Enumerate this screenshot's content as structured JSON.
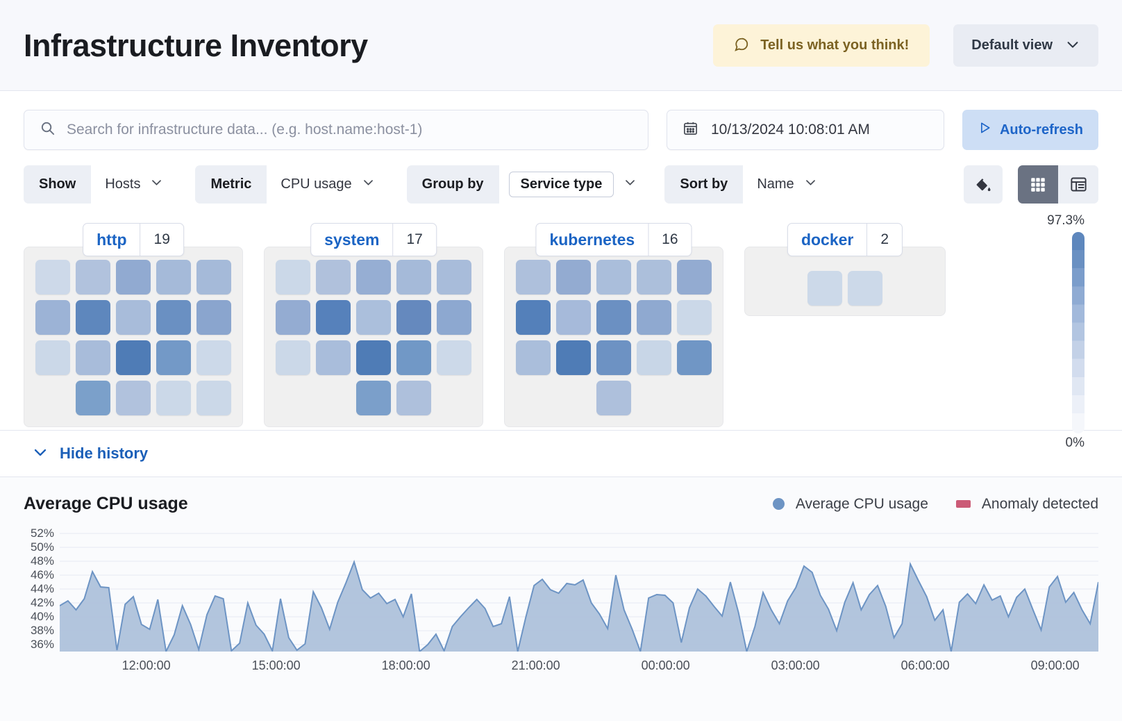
{
  "header": {
    "title": "Infrastructure Inventory",
    "feedback_label": "Tell us what you think!",
    "feedback_icon": "comment-icon",
    "view_label": "Default view",
    "view_chevron": "chevron-down-icon"
  },
  "search": {
    "placeholder": "Search for infrastructure data... (e.g. host.name:host-1)",
    "value": "",
    "icon": "search-icon"
  },
  "date": {
    "value": "10/13/2024 10:08:01 AM",
    "icon": "calendar-icon"
  },
  "refresh": {
    "label": "Auto-refresh",
    "icon": "play-icon"
  },
  "filters": [
    {
      "key": "Show",
      "value": "Hosts",
      "boxed": false,
      "chevron": "chevron-down-icon"
    },
    {
      "key": "Metric",
      "value": "CPU usage",
      "boxed": false,
      "chevron": "chevron-down-icon"
    },
    {
      "key": "Group by",
      "value": "Service type",
      "boxed": true,
      "chevron": "chevron-down-icon"
    },
    {
      "key": "Sort by",
      "value": "Name",
      "boxed": false,
      "chevron": "chevron-down-icon"
    }
  ],
  "actions": {
    "fill_icon": "paint-bucket-icon",
    "grid_view_icon": "grid-view-icon",
    "table_view_icon": "table-view-icon",
    "active_view": "grid"
  },
  "legend_scale": {
    "max_label": "97.3%",
    "min_label": "0%",
    "color_high": "#5e87bd",
    "color_low": "#f5f7fb"
  },
  "waffle_groups": [
    {
      "name": "http",
      "count": "19",
      "cells": [
        "#cdd9e9",
        "#b1c2dd",
        "#91aad1",
        "#a5bad9",
        "#a5bad9",
        "#9cb3d6",
        "#5e87bd",
        "#a8bcda",
        "#6a90c2",
        "#8aa5ce",
        "#cbd8e8",
        "#a8bcda",
        "#4f7cb6",
        "#7399c7",
        "#ccd9e9",
        "",
        "7ba0ca",
        "#b1c2dd",
        "#cbd8e8",
        "#cbd8e8"
      ],
      "cell_colors": [
        "#cdd9e9",
        "#b1c2dd",
        "#91aad1",
        "#a5bad9",
        "#a5bad9",
        "#9cb3d6",
        "#5e87bd",
        "#a8bcda",
        "#6a90c2",
        "#8aa5ce",
        "#cbd8e8",
        "#a8bcda",
        "#4f7cb6",
        "#7399c7",
        "#ccd9e9",
        "blank",
        "#7ba0ca",
        "#b1c2dd",
        "#cbd8e8",
        "#cbd8e8"
      ]
    },
    {
      "name": "system",
      "count": "17",
      "cell_colors": [
        "#cbd8e8",
        "#b0c1dc",
        "#96aed3",
        "#a5bad9",
        "#a8bcda",
        "#94acd2",
        "#5681bb",
        "#abbfdc",
        "#6589be",
        "#8da8d0",
        "#cbd8e8",
        "#a9bddb",
        "#4f7cb6",
        "#7198c6",
        "#ccd9e9",
        "blank",
        "blank",
        "#7b9fca",
        "#aec0dc",
        "blank"
      ]
    },
    {
      "name": "kubernetes",
      "count": "16",
      "cell_colors": [
        "#aec0dc",
        "#93abd1",
        "#aabedb",
        "#acbfdb",
        "#93abd1",
        "#5480ba",
        "#a6bada",
        "#6b90c2",
        "#8fa9d0",
        "#cbd8e8",
        "#aabedb",
        "#4f7cb6",
        "#6d92c3",
        "#c8d6e7",
        "#7096c5",
        "blank",
        "blank",
        "#aec0dc",
        "blank",
        "blank"
      ]
    },
    {
      "name": "docker",
      "count": "2",
      "cell_colors": [
        "#ccd9e9",
        "#ccd9e9"
      ]
    }
  ],
  "history": {
    "toggle_label": "Hide history",
    "toggle_icon": "chevron-down-icon"
  },
  "chart_data": {
    "type": "area",
    "title": "Average CPU usage",
    "xlabel": "",
    "ylabel": "",
    "grid": true,
    "legend_position": "top-right",
    "legend": [
      {
        "name": "Average CPU usage",
        "color": "#6d94c4",
        "marker": "dot"
      },
      {
        "name": "Anomaly detected",
        "color": "#cb5a76",
        "marker": "square"
      }
    ],
    "ylim": [
      35,
      53
    ],
    "yticks": [
      "52%",
      "50%",
      "48%",
      "46%",
      "44%",
      "42%",
      "40%",
      "38%",
      "36%"
    ],
    "ytick_values": [
      52,
      50,
      48,
      46,
      44,
      42,
      40,
      38,
      36
    ],
    "xticks": [
      "12:00:00",
      "15:00:00",
      "18:00:00",
      "21:00:00",
      "00:00:00",
      "03:00:00",
      "06:00:00",
      "09:00:00"
    ],
    "xtick_positions": [
      0.0833,
      0.2083,
      0.3333,
      0.4583,
      0.5833,
      0.7083,
      0.8333,
      0.9583
    ],
    "series": [
      {
        "name": "Average CPU usage",
        "color": "#6d94c4",
        "fill": "#aec2db",
        "values": [
          41.6,
          42.3,
          41.0,
          42.6,
          46.5,
          44.3,
          44.2,
          35.2,
          41.8,
          42.9,
          38.9,
          38.2,
          42.5,
          35.0,
          37.4,
          41.6,
          38.9,
          35.3,
          40.3,
          43.0,
          42.6,
          35.1,
          36.2,
          42.0,
          38.8,
          37.5,
          35.1,
          42.6,
          37.0,
          35.2,
          36.1,
          43.6,
          41.3,
          38.2,
          42.1,
          44.9,
          47.9,
          43.9,
          42.7,
          43.4,
          41.9,
          42.5,
          40.0,
          43.3,
          35.0,
          36.0,
          37.5,
          35.1,
          38.6,
          40.0,
          41.3,
          42.5,
          41.2,
          38.6,
          39.0,
          42.9,
          35.0,
          40.0,
          44.5,
          45.4,
          43.9,
          43.4,
          44.8,
          44.6,
          45.3,
          42.0,
          40.4,
          38.3,
          46.0,
          41.0,
          38.2,
          35.0,
          42.7,
          43.2,
          43.1,
          42.0,
          36.3,
          41.3,
          44.0,
          43.0,
          41.5,
          40.1,
          45.0,
          40.6,
          35.0,
          38.6,
          43.5,
          41.0,
          39.0,
          42.3,
          44.2,
          47.3,
          46.4,
          43.1,
          41.1,
          38.0,
          42.1,
          44.9,
          41.0,
          43.2,
          44.5,
          41.5,
          37.0,
          39.0,
          47.6,
          45.2,
          42.9,
          39.5,
          41.0,
          35.0,
          42.1,
          43.3,
          41.9,
          44.6,
          42.4,
          43.0,
          40.0,
          42.8,
          44.0,
          41.0,
          38.1,
          44.3,
          45.8,
          42.1,
          43.5,
          41.0,
          39.0,
          45.0
        ]
      }
    ]
  }
}
